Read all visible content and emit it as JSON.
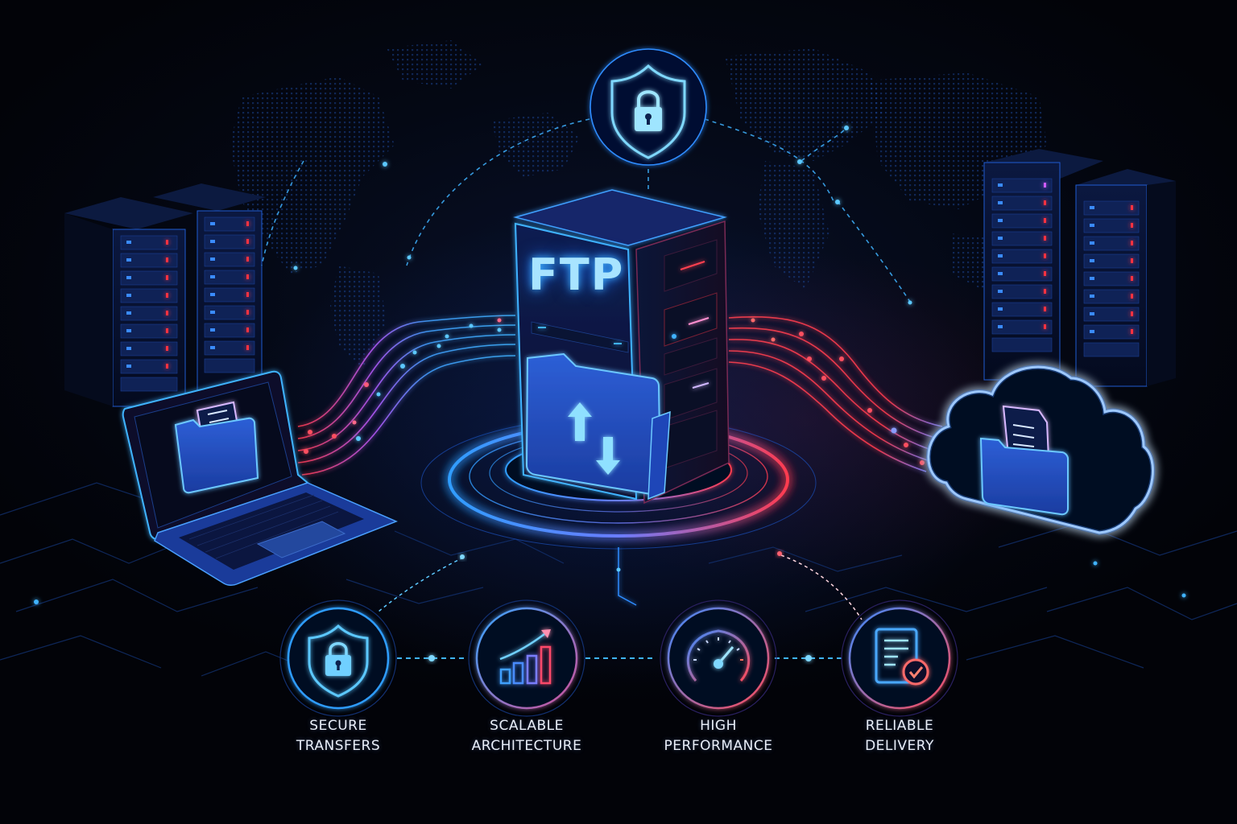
{
  "scene": {
    "type": "illustration",
    "theme": "FTP file transfer infographic",
    "colors": {
      "background": "#03050d",
      "accent_blue": "#3fb3ff",
      "accent_cyan": "#7fd8ff",
      "accent_red": "#ff3b4f",
      "accent_pink": "#ff7aa8",
      "label_text": "#e9eef8"
    }
  },
  "central_server": {
    "label": "FTP",
    "icon": "folder-transfer-icon"
  },
  "top_badge": {
    "icon": "shield-lock-icon"
  },
  "left_device": {
    "type": "laptop",
    "icon": "folder-document-icon"
  },
  "right_device": {
    "type": "cloud",
    "icon": "folder-document-icon"
  },
  "features": [
    {
      "icon": "shield-lock-icon",
      "line1": "SECURE",
      "line2": "TRANSFERS"
    },
    {
      "icon": "growth-chart-icon",
      "line1": "SCALABLE",
      "line2": "ARCHITECTURE"
    },
    {
      "icon": "speedometer-icon",
      "line1": "HIGH",
      "line2": "PERFORMANCE"
    },
    {
      "icon": "document-check-icon",
      "line1": "RELIABLE",
      "line2": "DELIVERY"
    }
  ]
}
